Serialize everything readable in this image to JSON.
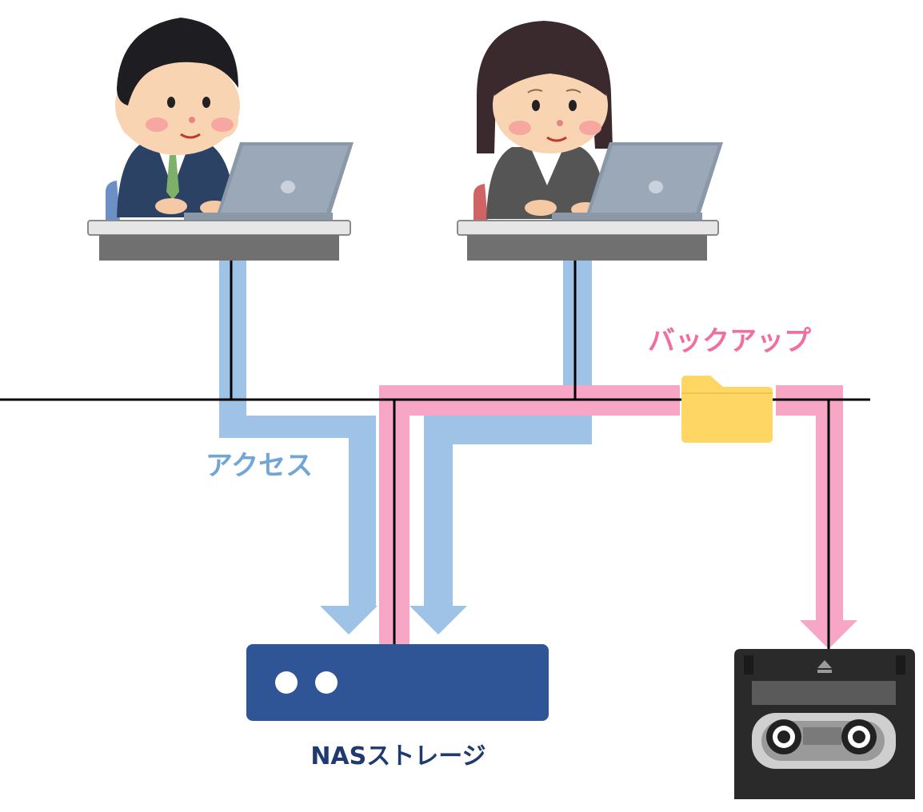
{
  "labels": {
    "backup": "バックアップ",
    "access": "アクセス",
    "nas": "NASストレージ"
  },
  "colors": {
    "access_flow": "#9fc3e7",
    "backup_flow": "#f7a6c5",
    "access_text": "#6fa6d6",
    "backup_text": "#f06fa0",
    "nas_body": "#2f5597",
    "nas_text": "#1f3a6e",
    "network_line": "#000000",
    "folder": "#fdd664"
  },
  "icons": {
    "user1": "man-at-laptop-icon",
    "user2": "woman-at-laptop-icon",
    "nas": "nas-storage-icon",
    "folder": "folder-icon",
    "tape": "tape-cartridge-icon"
  }
}
